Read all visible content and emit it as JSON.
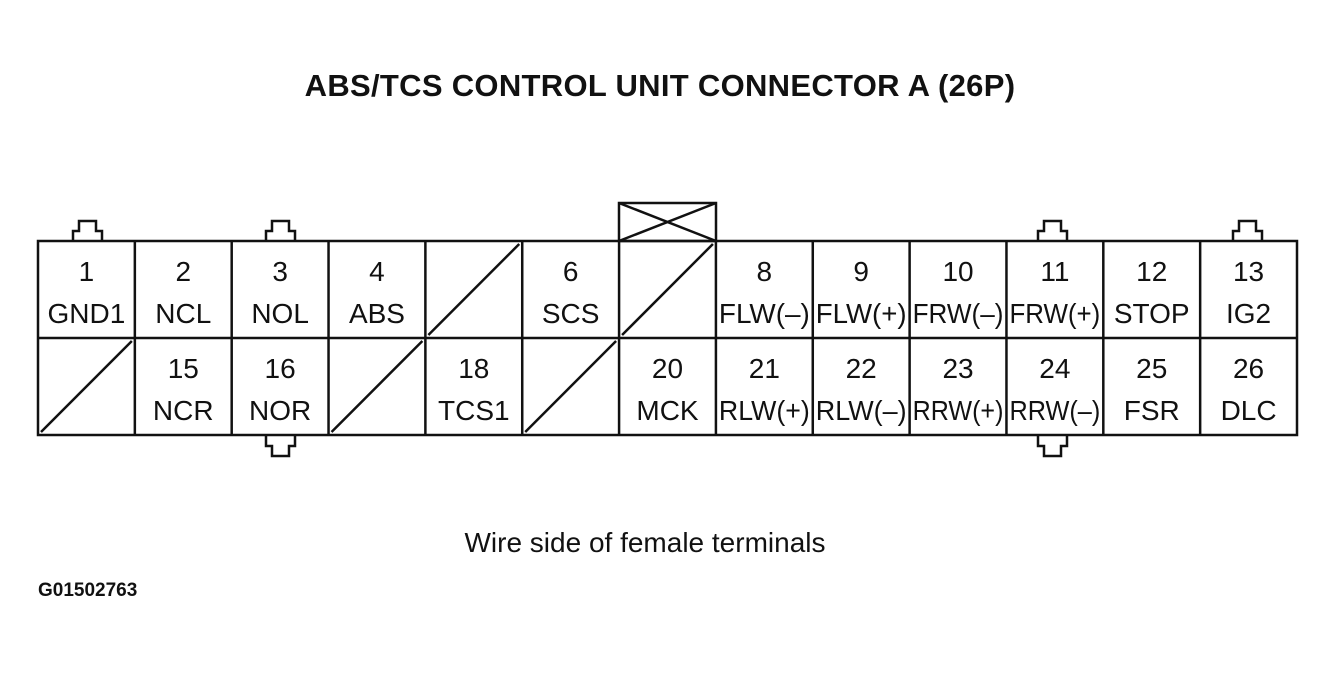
{
  "title": "ABS/TCS CONTROL UNIT CONNECTOR A (26P)",
  "caption": "Wire side of female terminals",
  "figure_id": "G01502763",
  "connector": {
    "top_row": [
      {
        "number": "1",
        "signal": "GND1"
      },
      {
        "number": "2",
        "signal": "NCL"
      },
      {
        "number": "3",
        "signal": "NOL"
      },
      {
        "number": "4",
        "signal": "ABS"
      },
      {
        "number": "",
        "signal": "",
        "empty": true
      },
      {
        "number": "6",
        "signal": "SCS"
      },
      {
        "number": "",
        "signal": "",
        "empty": true
      },
      {
        "number": "8",
        "signal": "FLW(–)"
      },
      {
        "number": "9",
        "signal": "FLW(+)"
      },
      {
        "number": "10",
        "signal": "FRW(–)"
      },
      {
        "number": "11",
        "signal": "FRW(+)"
      },
      {
        "number": "12",
        "signal": "STOP"
      },
      {
        "number": "13",
        "signal": "IG2"
      }
    ],
    "bottom_row": [
      {
        "number": "",
        "signal": "",
        "empty": true
      },
      {
        "number": "15",
        "signal": "NCR"
      },
      {
        "number": "16",
        "signal": "NOR"
      },
      {
        "number": "",
        "signal": "",
        "empty": true
      },
      {
        "number": "18",
        "signal": "TCS1"
      },
      {
        "number": "",
        "signal": "",
        "empty": true
      },
      {
        "number": "20",
        "signal": "MCK"
      },
      {
        "number": "21",
        "signal": "RLW(+)"
      },
      {
        "number": "22",
        "signal": "RLW(–)"
      },
      {
        "number": "23",
        "signal": "RRW(+)"
      },
      {
        "number": "24",
        "signal": "RRW(–)"
      },
      {
        "number": "25",
        "signal": "FSR"
      },
      {
        "number": "26",
        "signal": "DLC"
      }
    ]
  }
}
